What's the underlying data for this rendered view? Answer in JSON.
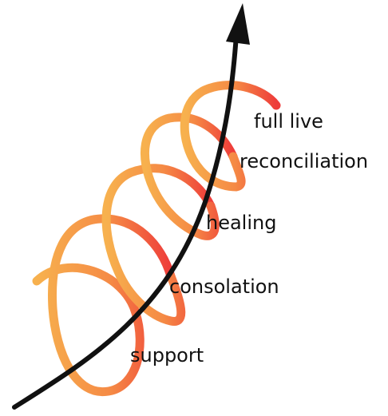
{
  "stages": [
    {
      "id": "support",
      "label": "support"
    },
    {
      "id": "consolation",
      "label": "consolation"
    },
    {
      "id": "healing",
      "label": "healing"
    },
    {
      "id": "reconciliation",
      "label": "reconciliation"
    },
    {
      "id": "full-live",
      "label": "full live"
    }
  ],
  "colors": {
    "spiral_light": "#F7B14E",
    "spiral_mid": "#F58A45",
    "spiral_dark": "#EE3C3A",
    "arrow": "#111111",
    "text": "#111111"
  }
}
